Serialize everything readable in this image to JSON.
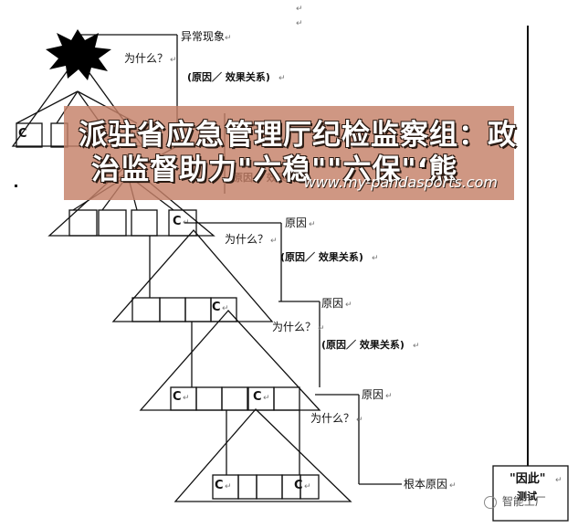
{
  "labels": {
    "anomaly": "异常现象",
    "why": "为什么？",
    "cause_effect": "(原因／ 效果关系)",
    "cause": "原因",
    "root_cause": "根本原因",
    "therefore": "\"因此\"",
    "verify": "测试",
    "c": "C",
    "mark": "↵"
  },
  "overlay": {
    "line1": "派驻省应急管理厅纪检监察组：政",
    "line2": "治监督助力\"六稳\"\"六保\"‘熊",
    "url": "www.my-pandasports.com"
  },
  "watermark": "智能工厂"
}
